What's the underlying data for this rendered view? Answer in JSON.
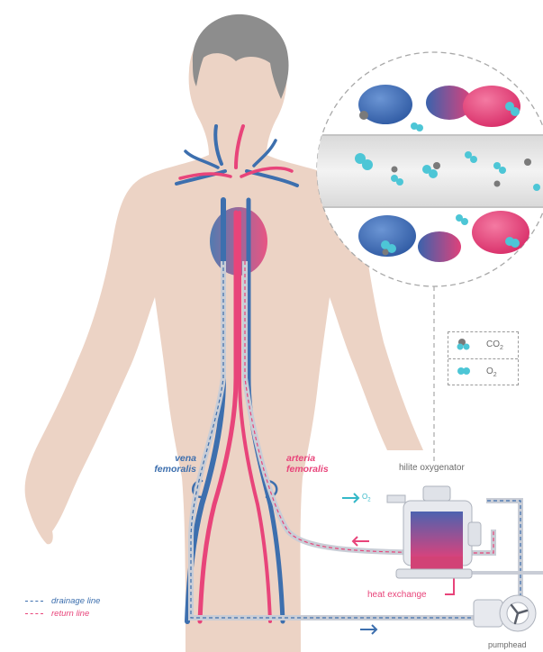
{
  "labels": {
    "vena_femoralis": [
      "vena",
      "femoralis"
    ],
    "arteria_femoralis": [
      "arteria",
      "femoralis"
    ],
    "oxygenator": "hilite oxygenator",
    "o2_inlet": "O",
    "o2_inlet_sub": "2",
    "heat_exchange": "heat exchange",
    "pumphead": "pumphead"
  },
  "legend": {
    "drainage": "drainage line",
    "return": "return line"
  },
  "gas_legend": {
    "co2": "CO",
    "co2_sub": "2",
    "o2": "O",
    "o2_sub": "2"
  },
  "colors": {
    "skin": "#ecd3c5",
    "hair": "#8d8d8d",
    "venous": "#3d6fae",
    "arterial": "#e8447a",
    "o2_molecule": "#4dc6d6",
    "co2_molecule": "#7a7a7a",
    "tubing": "#c9cdd6"
  }
}
